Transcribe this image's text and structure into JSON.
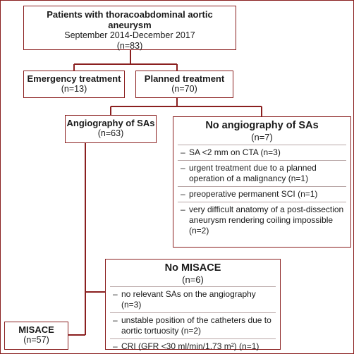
{
  "boxes": {
    "patients": {
      "title": "Patients with thoracoabdominal aortic aneurysm",
      "period": "September 2014-December 2017",
      "n": "(n=83)"
    },
    "emergency": {
      "title": "Emergency treatment",
      "n": "(n=13)"
    },
    "planned": {
      "title": "Planned treatment",
      "n": "(n=70)"
    },
    "angio": {
      "title": "Angiography of SAs",
      "n": "(n=63)"
    },
    "no_angio": {
      "title": "No angiography of SAs",
      "n": "(n=7)",
      "reasons": [
        "SA <2 mm on CTA (n=3)",
        "urgent treatment due to a planned operation of a malignancy (n=1)",
        "preoperative permanent SCI (n=1)",
        "very difficult anatomy of a post-dissection aneurysm rendering coiling impossible (n=2)"
      ]
    },
    "no_misace": {
      "title": "No MISACE",
      "n": "(n=6)",
      "reasons": [
        "no relevant SAs on the angiography (n=3)",
        "unstable position of the catheters due to aortic tortuosity (n=2)",
        "CRI (GFR <30 ml/min/1.73 m²) (n=1)"
      ]
    },
    "misace": {
      "title": "MISACE",
      "n": "(n=57)"
    }
  },
  "colors": {
    "border": "#8a1f1f",
    "divider": "#b9a7a7",
    "text": "#1a1a1a"
  }
}
